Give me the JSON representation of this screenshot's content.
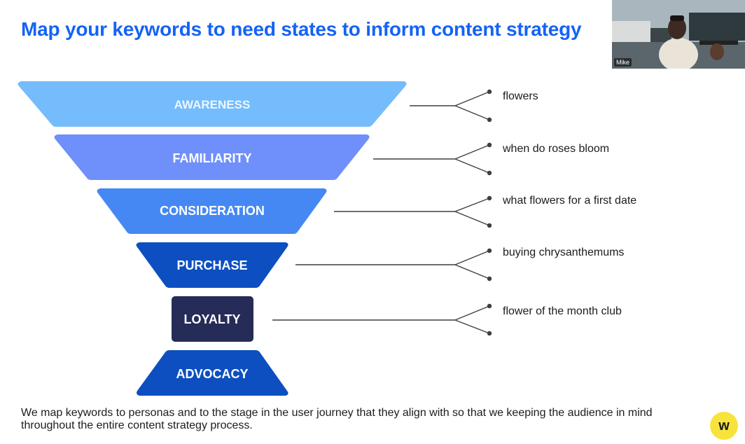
{
  "slide": {
    "title": "Map your keywords to need states to inform content strategy",
    "caption": "We map keywords to personas and to the stage in the user journey that they align with so that we keeping the audience in mind throughout the entire content strategy process."
  },
  "funnel": {
    "stages": [
      {
        "label": "AWARENESS",
        "color": "#74bcfc",
        "keyword": "flowers"
      },
      {
        "label": "FAMILIARITY",
        "color": "#6f8ffa",
        "keyword": "when do roses bloom"
      },
      {
        "label": "CONSIDERATION",
        "color": "#4688f3",
        "keyword": "what flowers for a first date"
      },
      {
        "label": "PURCHASE",
        "color": "#0d4fc0",
        "keyword": "buying chrysanthemums"
      },
      {
        "label": "LOYALTY",
        "color": "#262c58",
        "keyword": "flower of the month club"
      },
      {
        "label": "ADVOCACY",
        "color": "#0d4fc0",
        "keyword": ""
      }
    ]
  },
  "video": {
    "participant_name": "Mike"
  },
  "logo": {
    "letter": "w",
    "color": "#f7e33b"
  },
  "colors": {
    "title": "#1463f5",
    "connector": "#3b3f45"
  }
}
